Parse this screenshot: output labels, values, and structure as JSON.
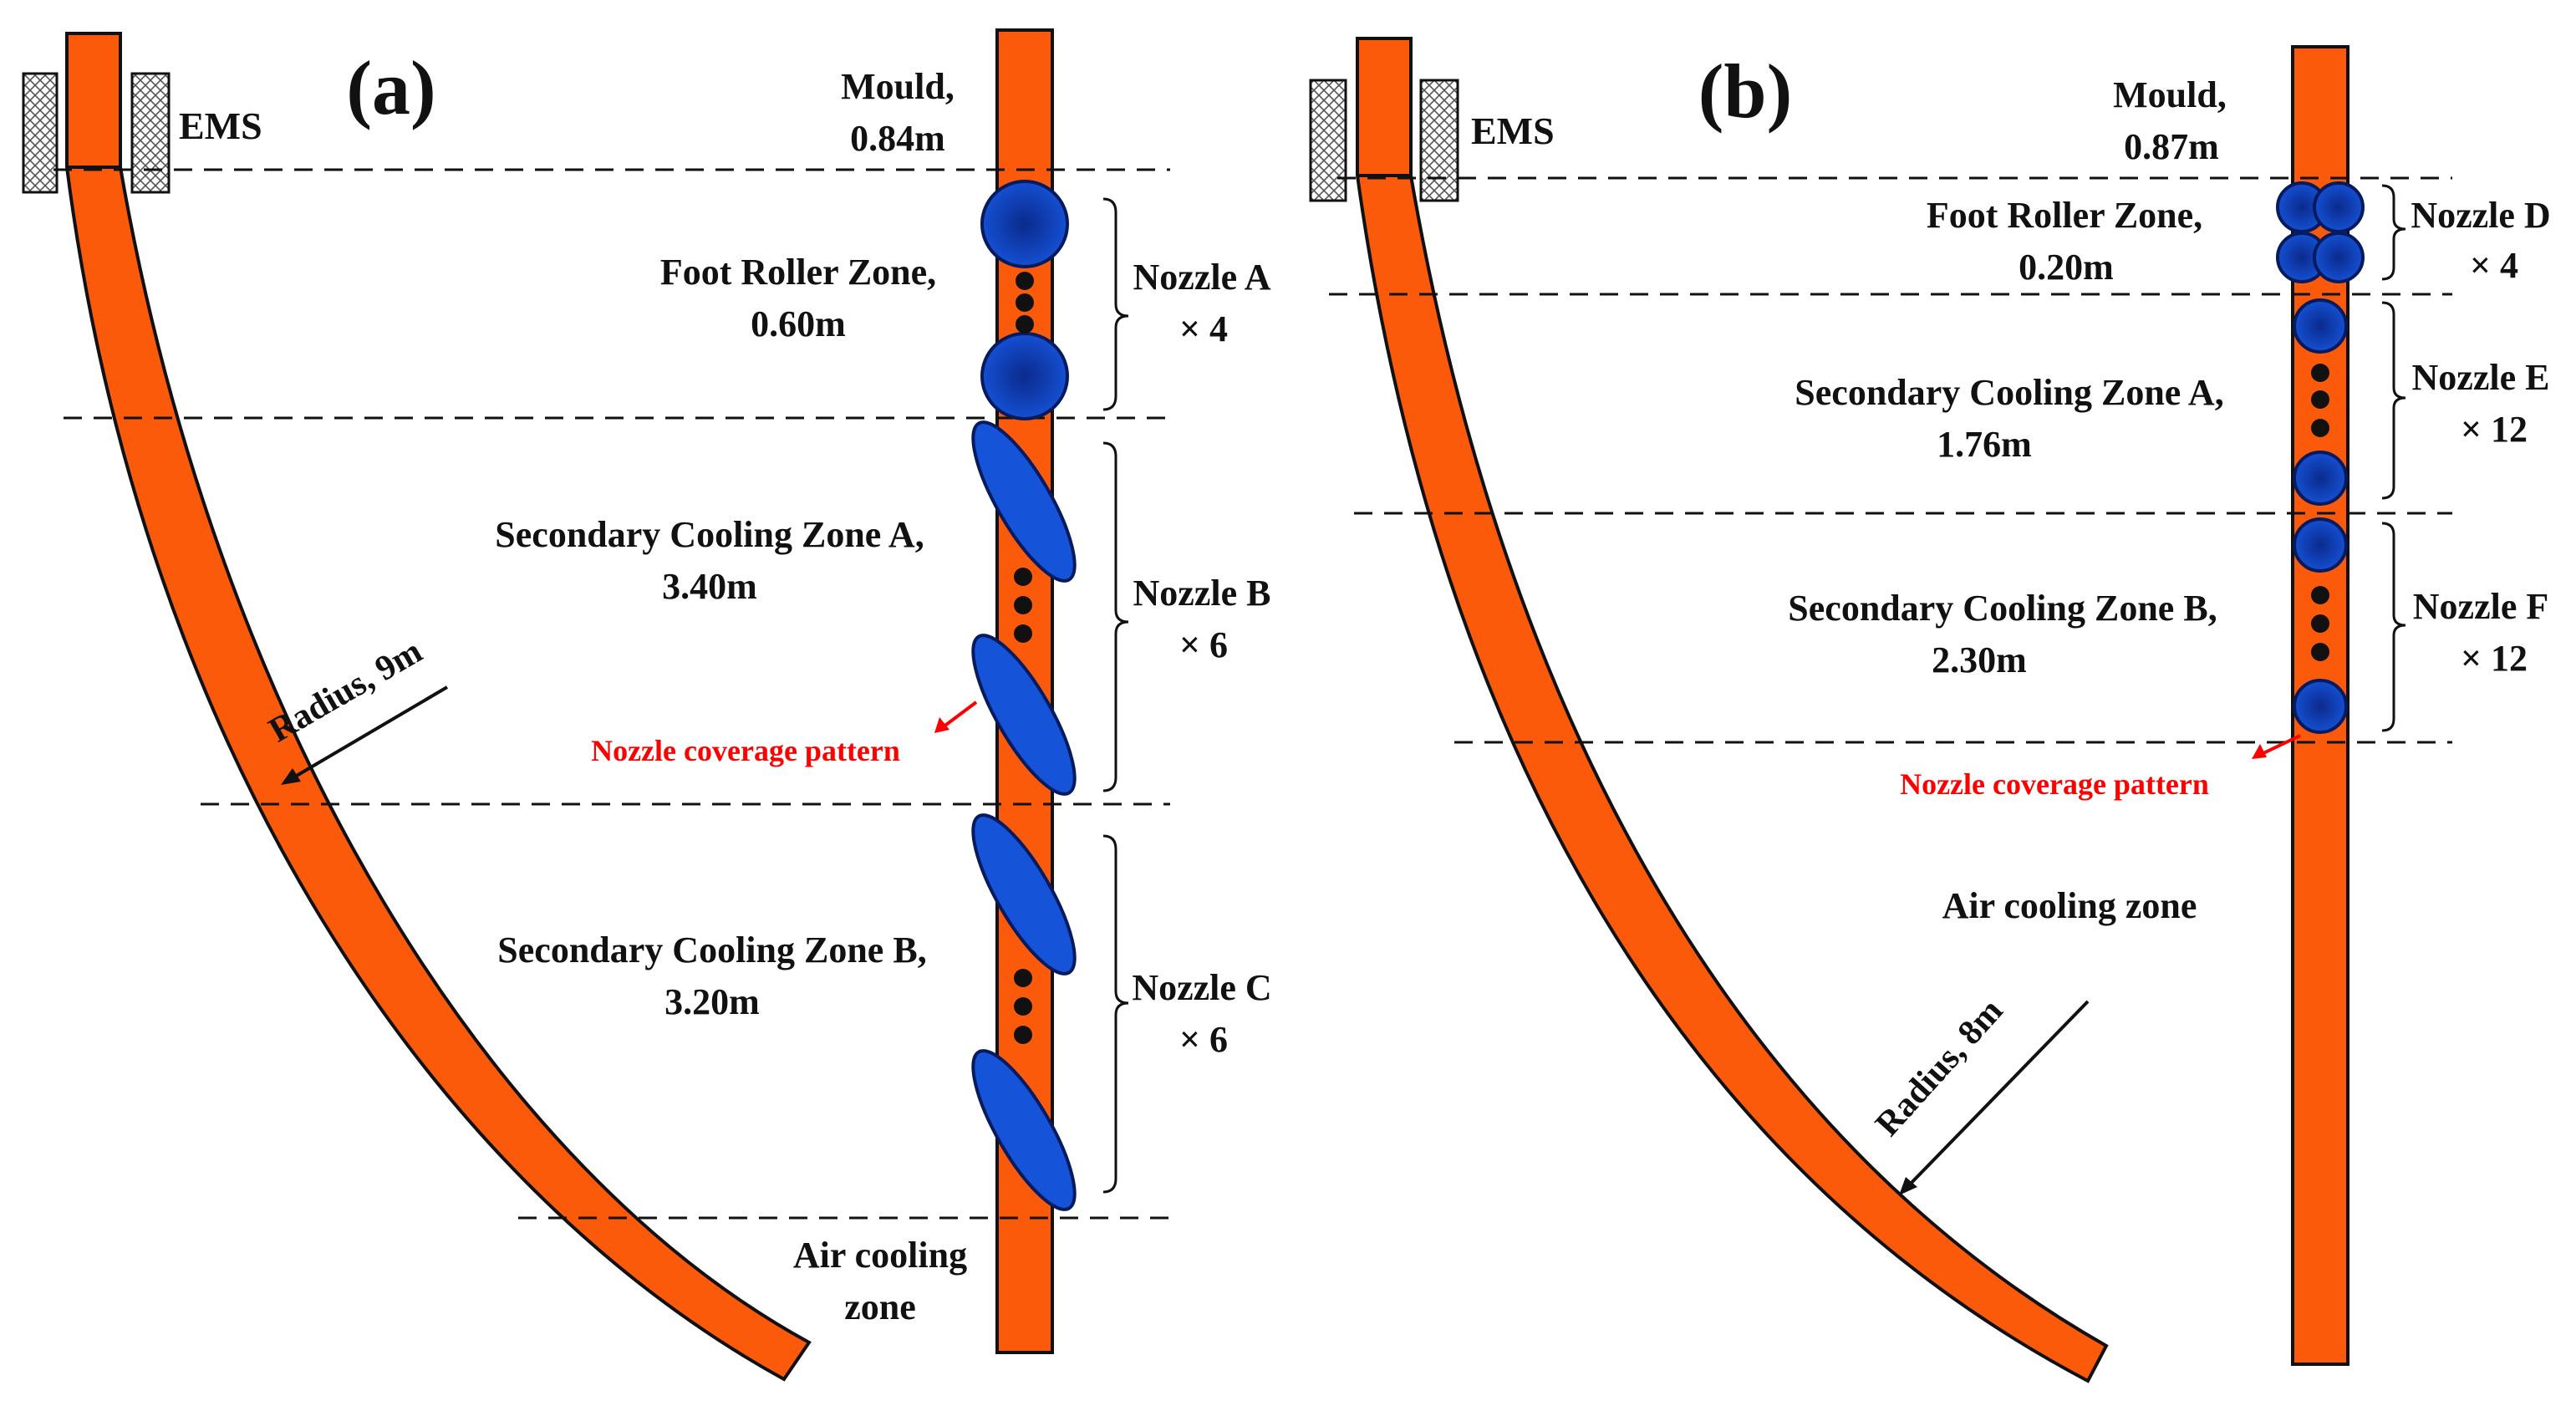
{
  "colors": {
    "strand": "#fb5a0b",
    "nozzle_fill": "#1553d9",
    "nozzle_core": "#0b2a8c",
    "nozzle_stroke": "#061a5e",
    "annotation_red": "#ff0000",
    "ems_hatch": "#444444",
    "line": "#111111"
  },
  "panel_a": {
    "label": "(a)",
    "ems": "EMS",
    "mould": {
      "line1": "Mould,",
      "line2": "0.84m"
    },
    "foot_roller": {
      "line1": "Foot Roller Zone,",
      "line2": "0.60m"
    },
    "scz_a": {
      "line1": "Secondary Cooling Zone A,",
      "line2": "3.40m"
    },
    "scz_b": {
      "line1": "Secondary Cooling Zone B,",
      "line2": "3.20m"
    },
    "air": {
      "line1": "Air cooling",
      "line2": "zone"
    },
    "radius": "Radius, 9m",
    "coverage": "Nozzle coverage pattern",
    "nozzle_a": {
      "line1": "Nozzle A",
      "line2": "× 4"
    },
    "nozzle_b": {
      "line1": "Nozzle B",
      "line2": "× 6"
    },
    "nozzle_c": {
      "line1": "Nozzle C",
      "line2": "× 6"
    }
  },
  "panel_b": {
    "label": "(b)",
    "ems": "EMS",
    "mould": {
      "line1": "Mould,",
      "line2": "0.87m"
    },
    "foot_roller": {
      "line1": "Foot Roller Zone,",
      "line2": "0.20m"
    },
    "scz_a": {
      "line1": "Secondary Cooling Zone A,",
      "line2": "1.76m"
    },
    "scz_b": {
      "line1": "Secondary Cooling Zone B,",
      "line2": "2.30m"
    },
    "air": "Air cooling zone",
    "radius": "Radius, 8m",
    "coverage": "Nozzle coverage pattern",
    "nozzle_d": {
      "line1": "Nozzle D",
      "line2": "× 4"
    },
    "nozzle_e": {
      "line1": "Nozzle E",
      "line2": "× 12"
    },
    "nozzle_f": {
      "line1": "Nozzle F",
      "line2": "× 12"
    }
  }
}
